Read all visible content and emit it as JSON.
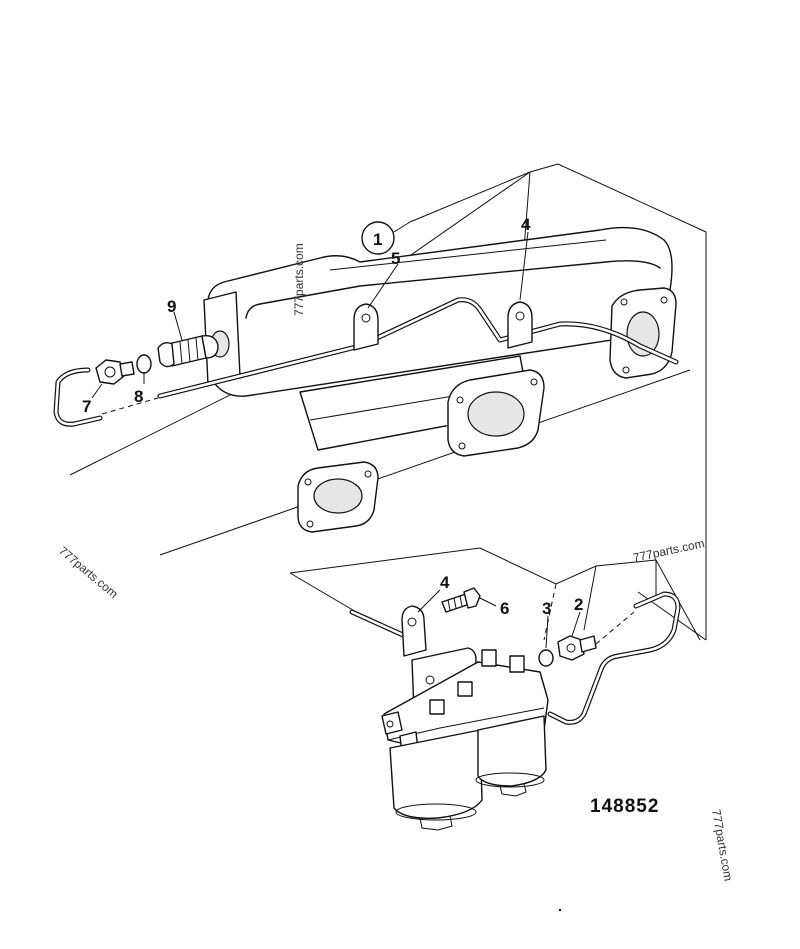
{
  "callouts": {
    "c1": "1",
    "c2": "2",
    "c3": "3",
    "c4_top": "4",
    "c4_bottom": "4",
    "c5": "5",
    "c6": "6",
    "c7": "7",
    "c8": "8",
    "c9": "9"
  },
  "reference_number": "148852",
  "watermarks": {
    "w1": "777parts.com",
    "w2": "777parts.com",
    "w3": "777parts.com",
    "w4": "777parts.com"
  }
}
